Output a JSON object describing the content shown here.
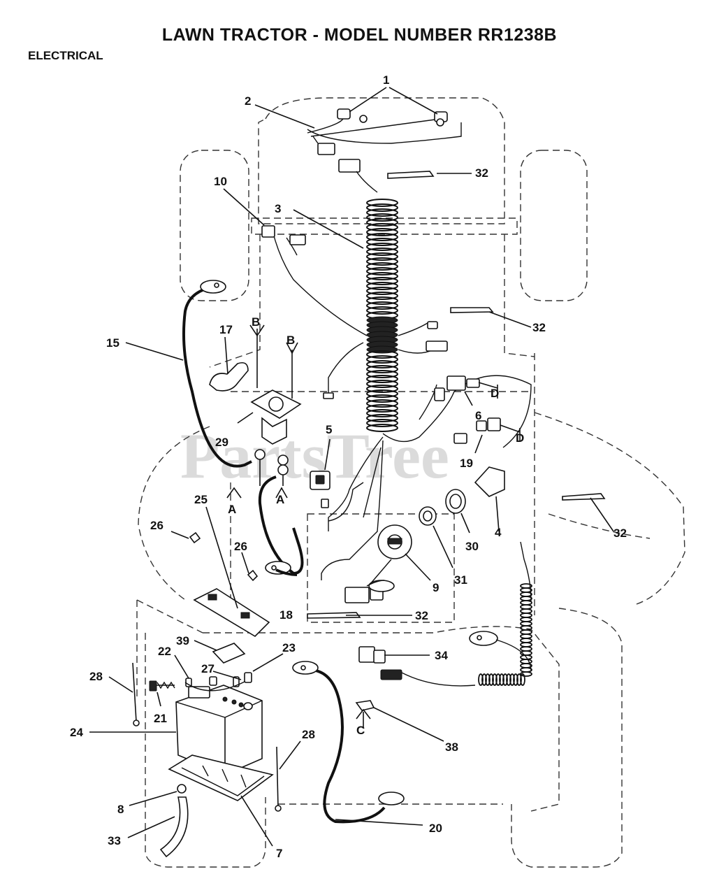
{
  "header": {
    "title": "LAWN TRACTOR - MODEL NUMBER RR1238B",
    "section": "ELECTRICAL"
  },
  "watermark": "PartsTree",
  "callouts": {
    "c1": "1",
    "c2": "2",
    "c3": "3",
    "c4": "4",
    "c5": "5",
    "c6": "6",
    "c7": "7",
    "c8": "8",
    "c9": "9",
    "c10": "10",
    "c15": "15",
    "c17": "17",
    "c18": "18",
    "c19": "19",
    "c20": "20",
    "c21": "21",
    "c22": "22",
    "c23": "23",
    "c24": "24",
    "c25": "25",
    "c26a": "26",
    "c26b": "26",
    "c27": "27",
    "c28a": "28",
    "c28b": "28",
    "c29": "29",
    "c30": "30",
    "c31": "31",
    "c32a": "32",
    "c32b": "32",
    "c32c": "32",
    "c32d": "32",
    "c33": "33",
    "c34": "34",
    "c38": "38",
    "c39": "39"
  },
  "connectors": {
    "a1": "A",
    "a2": "A",
    "b1": "B",
    "b2": "B",
    "c1": "C",
    "d1": "D",
    "d2": "D"
  }
}
